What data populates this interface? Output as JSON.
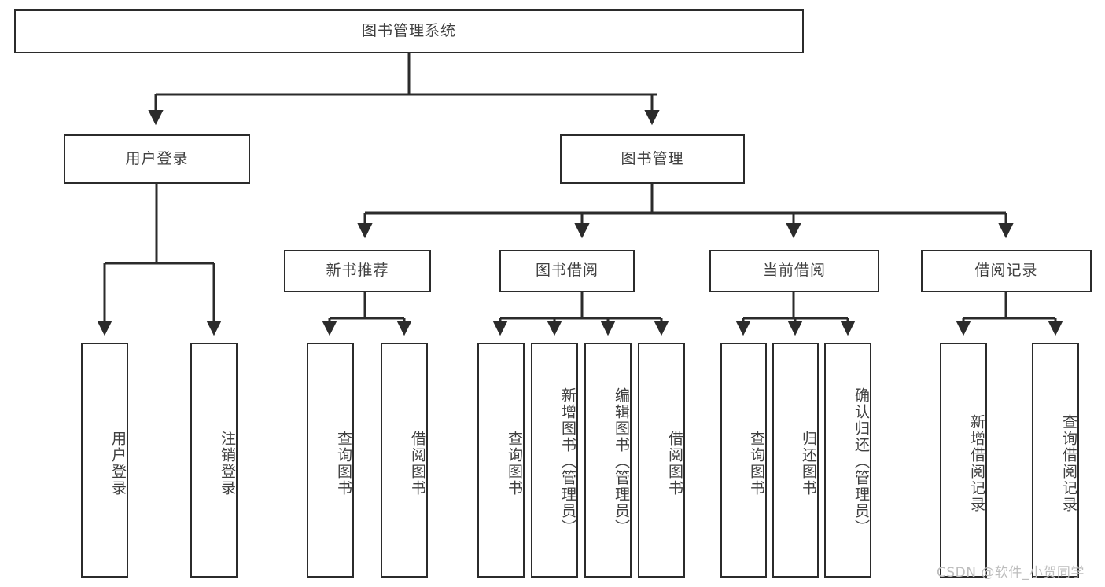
{
  "diagram": {
    "title": "图书管理系统",
    "type": "tree",
    "stroke_color": "#2b2b2b",
    "text_color": "#3f3f3f",
    "background_color": "#ffffff"
  },
  "nodes": {
    "root": {
      "label": "图书管理系统"
    },
    "level2": [
      {
        "label": "用户登录"
      },
      {
        "label": "图书管理"
      }
    ],
    "level3": [
      {
        "label": "新书推荐"
      },
      {
        "label": "图书借阅"
      },
      {
        "label": "当前借阅"
      },
      {
        "label": "借阅记录"
      }
    ],
    "leaves": {
      "user_login": [
        {
          "label": "用户登录"
        },
        {
          "label": "注销登录"
        }
      ],
      "new_book_recommend": [
        {
          "label": "查询图书"
        },
        {
          "label": "借阅图书"
        }
      ],
      "book_borrow": [
        {
          "label": "查询图书"
        },
        {
          "label": "新增图书（管理员）"
        },
        {
          "label": "编辑图书（管理员）"
        },
        {
          "label": "借阅图书"
        }
      ],
      "current_borrow": [
        {
          "label": "查询图书"
        },
        {
          "label": "归还图书"
        },
        {
          "label": "确认归还（管理员）"
        }
      ],
      "borrow_record": [
        {
          "label": "新增借阅记录"
        },
        {
          "label": "查询借阅记录"
        }
      ]
    }
  },
  "watermark": {
    "text": "CSDN @软件_小贺同学"
  }
}
